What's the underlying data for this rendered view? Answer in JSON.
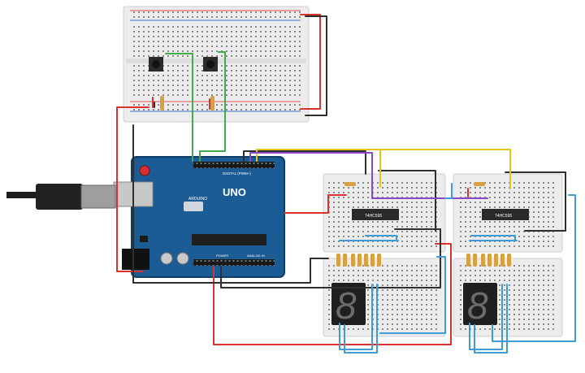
{
  "board": {
    "brand": "ARDUINO",
    "model": "UNO",
    "digital_label": "DIGITAL (PWM~)",
    "power_label": "POWER",
    "analog_label": "ANALOG IN"
  },
  "chips": {
    "left": "74HC595",
    "right": "74HC595"
  },
  "displays": {
    "left_digit": "8",
    "right_digit": "8"
  },
  "colors": {
    "breadboard": "#ececec",
    "board": "#1c5c94",
    "wire_red": "#d9312e",
    "wire_black": "#2f2f2f",
    "wire_green": "#3fae4a",
    "wire_yellow": "#e6c51a",
    "wire_purple": "#8a49c4",
    "wire_blue": "#3f9ad8"
  },
  "icons": [
    "usb-cable-icon",
    "push-button-icon",
    "resistor-icon",
    "seven-segment-icon",
    "ic-chip-icon"
  ]
}
